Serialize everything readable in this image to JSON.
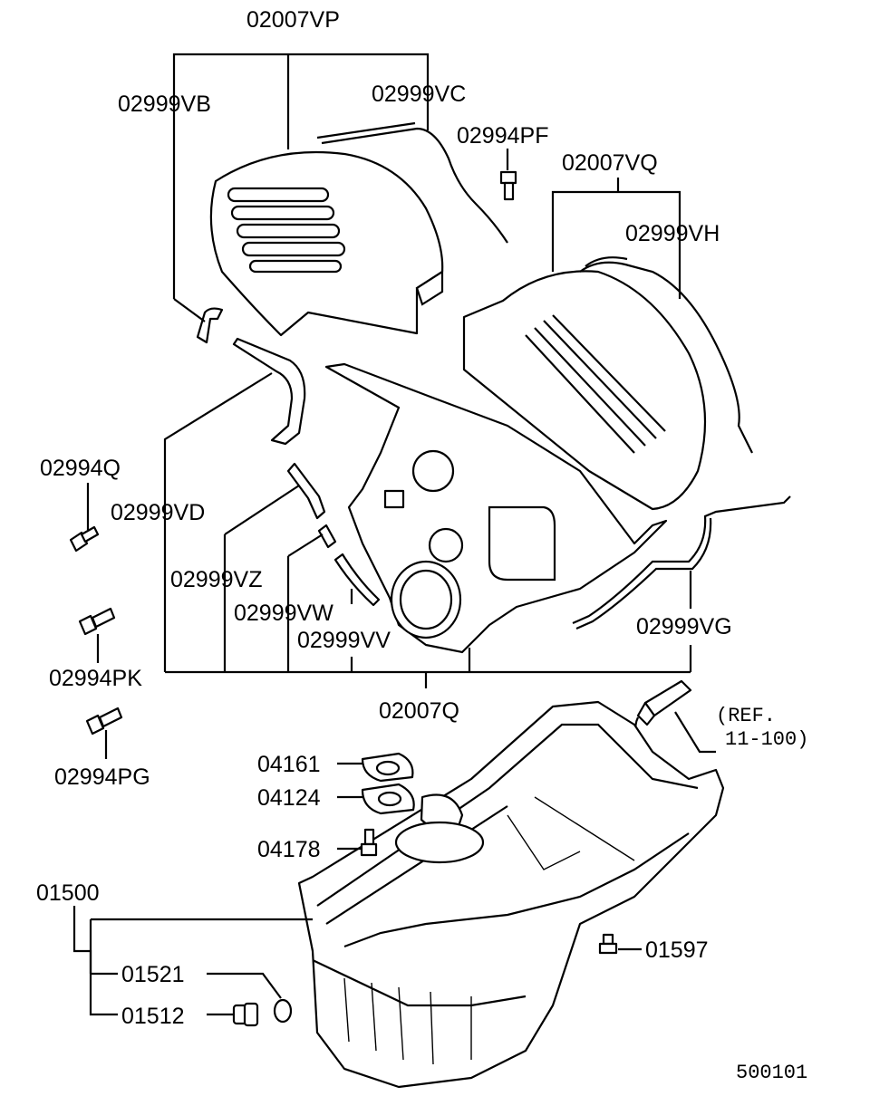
{
  "diagram_id": "500101",
  "reference": {
    "line1": "(REF.",
    "line2": "11-100)"
  },
  "labels": {
    "p02007VP": "02007VP",
    "p02999VB": "02999VB",
    "p02999VC": "02999VC",
    "p02994PF": "02994PF",
    "p02007VQ": "02007VQ",
    "p02999VH": "02999VH",
    "p02994Q": "02994Q",
    "p02999VD": "02999VD",
    "p02999VZ": "02999VZ",
    "p02999VW": "02999VW",
    "p02999VV": "02999VV",
    "p02999VG": "02999VG",
    "p02994PK": "02994PK",
    "p02994PG": "02994PG",
    "p02007Q": "02007Q",
    "p04161": "04161",
    "p04124": "04124",
    "p04178": "04178",
    "p01500": "01500",
    "p01521": "01521",
    "p01512": "01512",
    "p01597": "01597"
  }
}
